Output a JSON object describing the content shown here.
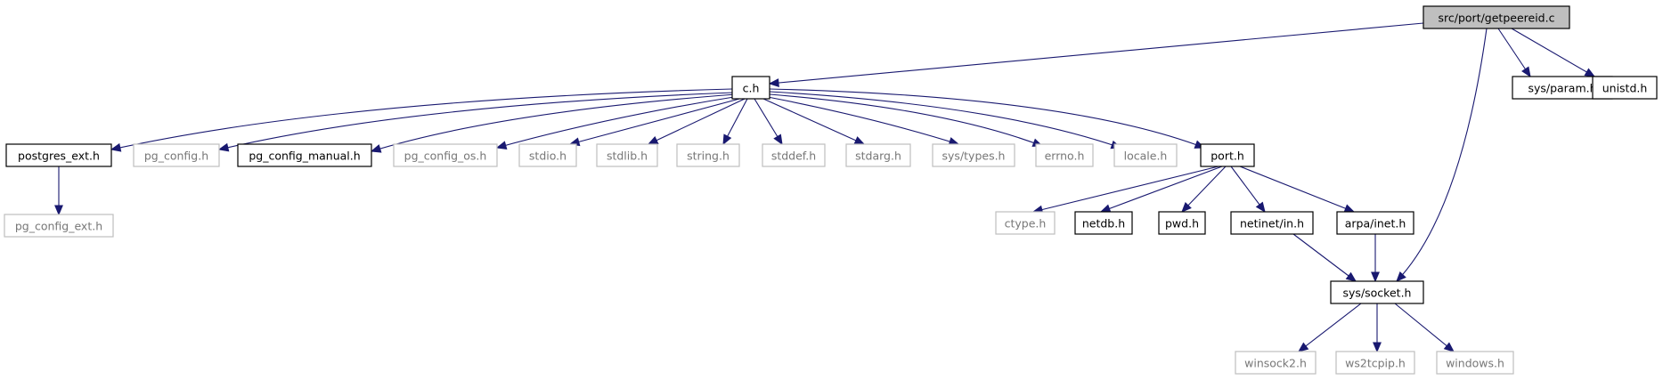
{
  "diagram": {
    "type": "include-dependency-graph",
    "colors": {
      "edge": "#191970",
      "root_fill": "#bfbfbf",
      "documented_border": "#000000",
      "external_border": "#bfbfbf",
      "external_text": "#777777",
      "background": "#ffffff"
    },
    "nodes": [
      {
        "id": "root",
        "label": "src/port/getpeereid.c",
        "kind": "root"
      },
      {
        "id": "c_h",
        "label": "c.h",
        "kind": "documented"
      },
      {
        "id": "sys_param_h",
        "label": "sys/param.h",
        "kind": "documented"
      },
      {
        "id": "unistd_h",
        "label": "unistd.h",
        "kind": "documented"
      },
      {
        "id": "postgres_ext_h",
        "label": "postgres_ext.h",
        "kind": "documented"
      },
      {
        "id": "pg_config_h",
        "label": "pg_config.h",
        "kind": "external"
      },
      {
        "id": "pg_config_manual_h",
        "label": "pg_config_manual.h",
        "kind": "documented"
      },
      {
        "id": "pg_config_os_h",
        "label": "pg_config_os.h",
        "kind": "external"
      },
      {
        "id": "stdio_h",
        "label": "stdio.h",
        "kind": "external"
      },
      {
        "id": "stdlib_h",
        "label": "stdlib.h",
        "kind": "external"
      },
      {
        "id": "string_h",
        "label": "string.h",
        "kind": "external"
      },
      {
        "id": "stddef_h",
        "label": "stddef.h",
        "kind": "external"
      },
      {
        "id": "stdarg_h",
        "label": "stdarg.h",
        "kind": "external"
      },
      {
        "id": "sys_types_h",
        "label": "sys/types.h",
        "kind": "external"
      },
      {
        "id": "errno_h",
        "label": "errno.h",
        "kind": "external"
      },
      {
        "id": "locale_h",
        "label": "locale.h",
        "kind": "external"
      },
      {
        "id": "port_h",
        "label": "port.h",
        "kind": "documented"
      },
      {
        "id": "pg_config_ext_h",
        "label": "pg_config_ext.h",
        "kind": "external"
      },
      {
        "id": "ctype_h",
        "label": "ctype.h",
        "kind": "external"
      },
      {
        "id": "netdb_h",
        "label": "netdb.h",
        "kind": "documented"
      },
      {
        "id": "pwd_h",
        "label": "pwd.h",
        "kind": "documented"
      },
      {
        "id": "netinet_in_h",
        "label": "netinet/in.h",
        "kind": "documented"
      },
      {
        "id": "arpa_inet_h",
        "label": "arpa/inet.h",
        "kind": "documented"
      },
      {
        "id": "sys_socket_h",
        "label": "sys/socket.h",
        "kind": "documented"
      },
      {
        "id": "winsock2_h",
        "label": "winsock2.h",
        "kind": "external"
      },
      {
        "id": "ws2tcpip_h",
        "label": "ws2tcpip.h",
        "kind": "external"
      },
      {
        "id": "windows_h",
        "label": "windows.h",
        "kind": "external"
      }
    ],
    "edges": [
      {
        "from": "root",
        "to": "c_h"
      },
      {
        "from": "root",
        "to": "sys_param_h"
      },
      {
        "from": "root",
        "to": "unistd_h"
      },
      {
        "from": "root",
        "to": "sys_socket_h"
      },
      {
        "from": "c_h",
        "to": "postgres_ext_h"
      },
      {
        "from": "c_h",
        "to": "pg_config_h"
      },
      {
        "from": "c_h",
        "to": "pg_config_manual_h"
      },
      {
        "from": "c_h",
        "to": "pg_config_os_h"
      },
      {
        "from": "c_h",
        "to": "stdio_h"
      },
      {
        "from": "c_h",
        "to": "stdlib_h"
      },
      {
        "from": "c_h",
        "to": "string_h"
      },
      {
        "from": "c_h",
        "to": "stddef_h"
      },
      {
        "from": "c_h",
        "to": "stdarg_h"
      },
      {
        "from": "c_h",
        "to": "sys_types_h"
      },
      {
        "from": "c_h",
        "to": "errno_h"
      },
      {
        "from": "c_h",
        "to": "locale_h"
      },
      {
        "from": "c_h",
        "to": "port_h"
      },
      {
        "from": "postgres_ext_h",
        "to": "pg_config_ext_h"
      },
      {
        "from": "port_h",
        "to": "ctype_h"
      },
      {
        "from": "port_h",
        "to": "netdb_h"
      },
      {
        "from": "port_h",
        "to": "pwd_h"
      },
      {
        "from": "port_h",
        "to": "netinet_in_h"
      },
      {
        "from": "port_h",
        "to": "arpa_inet_h"
      },
      {
        "from": "netinet_in_h",
        "to": "sys_socket_h"
      },
      {
        "from": "arpa_inet_h",
        "to": "sys_socket_h"
      },
      {
        "from": "sys_socket_h",
        "to": "winsock2_h"
      },
      {
        "from": "sys_socket_h",
        "to": "ws2tcpip_h"
      },
      {
        "from": "sys_socket_h",
        "to": "windows_h"
      }
    ]
  }
}
